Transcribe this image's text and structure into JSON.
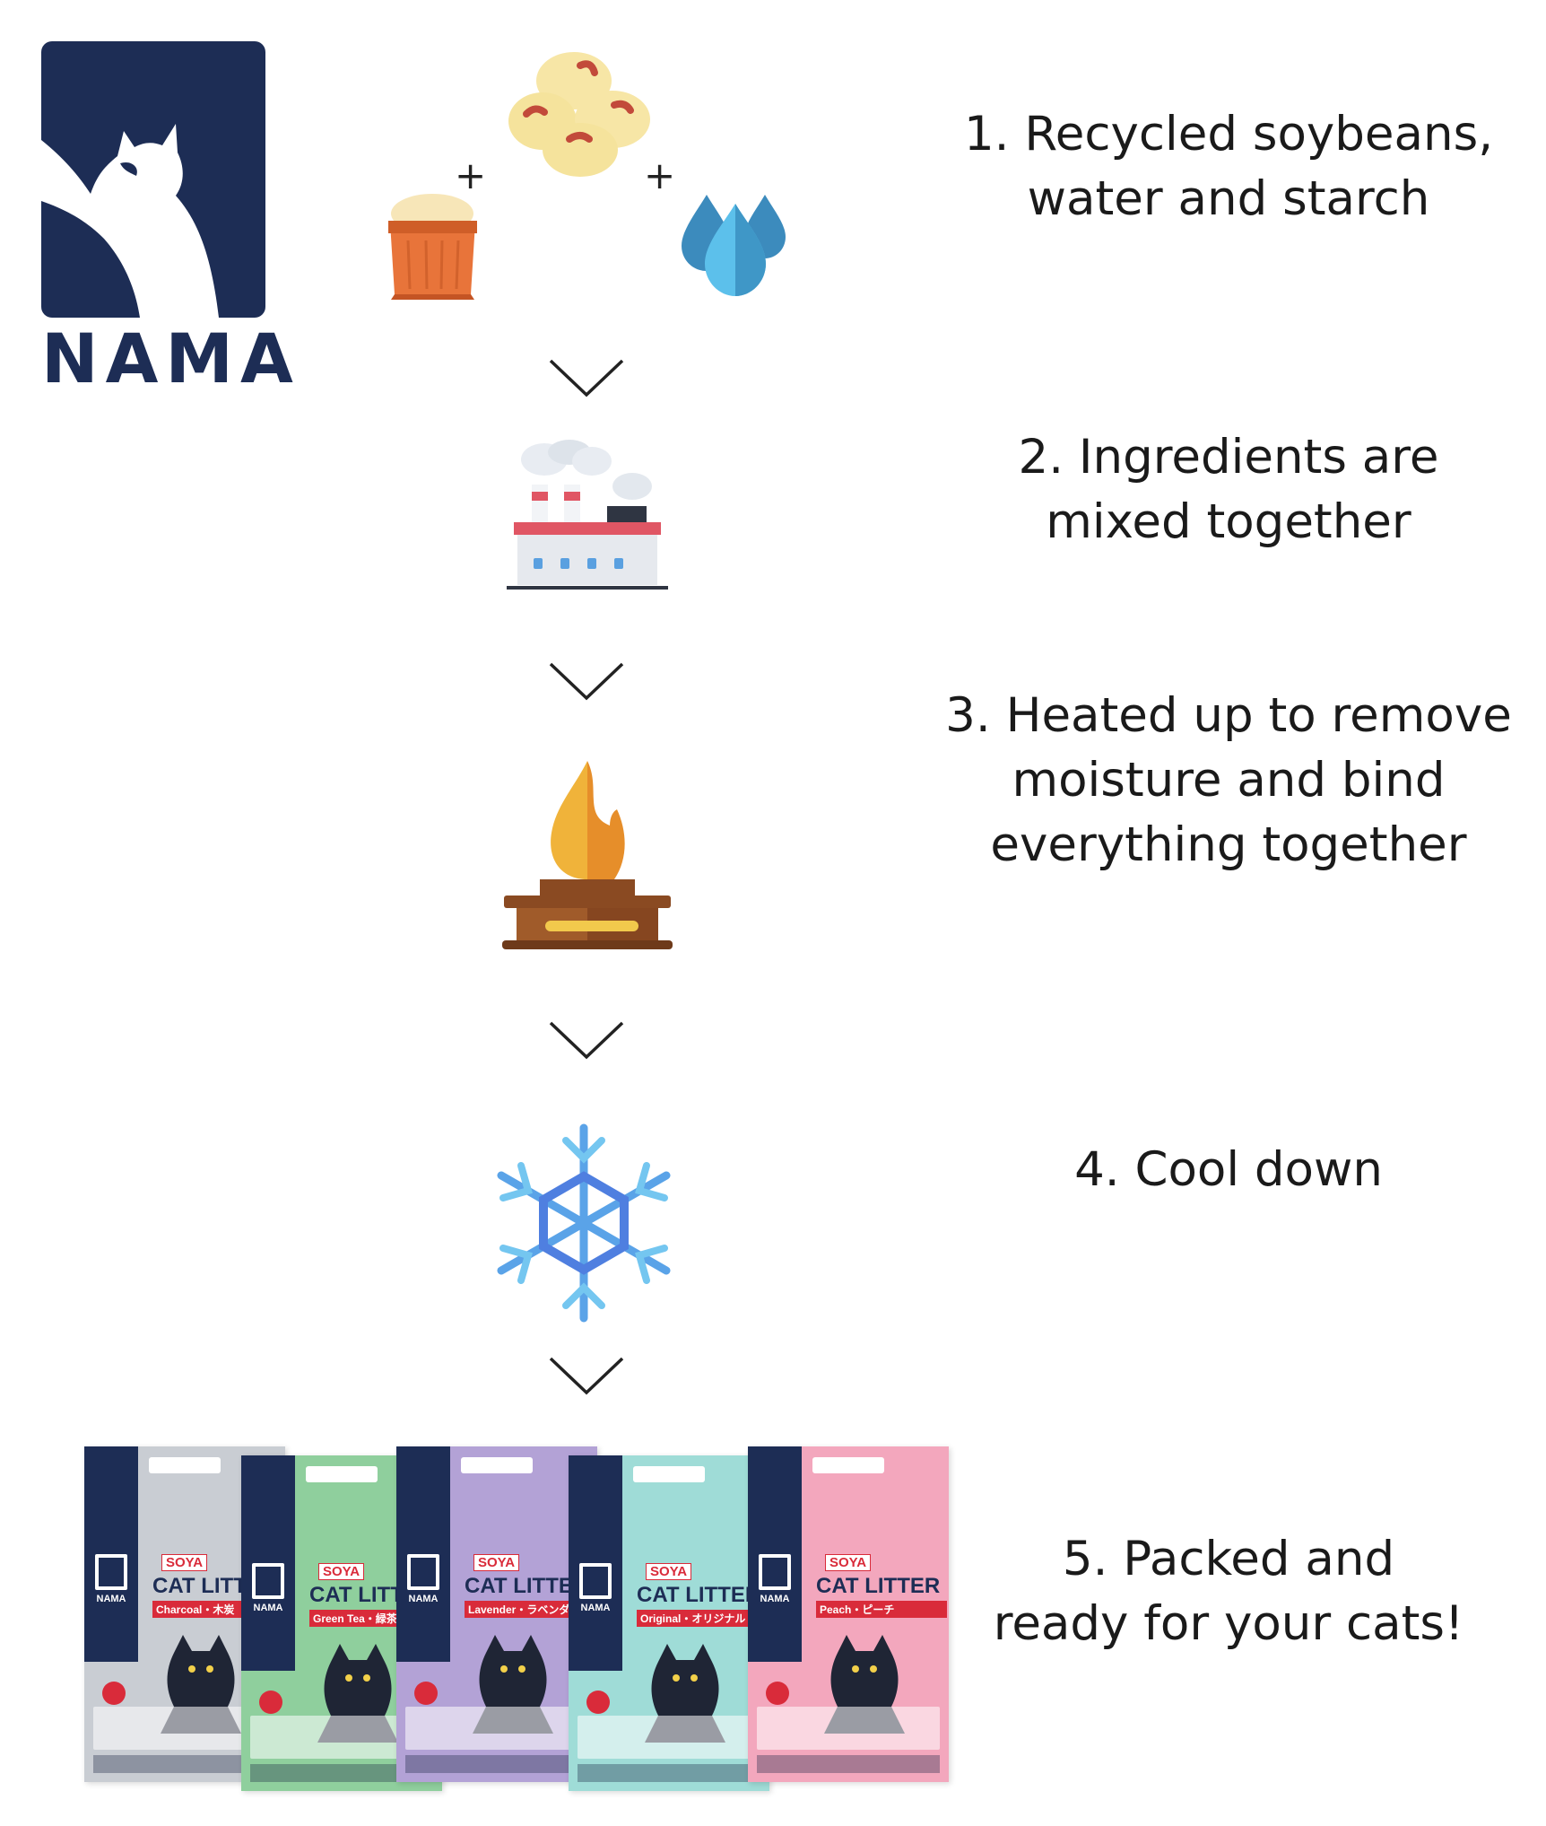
{
  "brand": {
    "name": "NAMA"
  },
  "diagram": {
    "plus_sign": "+",
    "steps": [
      {
        "text": "1. Recycled soybeans,\nwater and starch",
        "icon": "soybean-water-starch-icon"
      },
      {
        "text": "2. Ingredients are\nmixed together",
        "icon": "factory-icon"
      },
      {
        "text": "3. Heated up to remove\nmoisture and bind\neverything together",
        "icon": "burner-flame-icon"
      },
      {
        "text": "4. Cool down",
        "icon": "snowflake-icon"
      },
      {
        "text": "5. Packed and\nready for your cats!",
        "icon": "packaging-bags-icon"
      }
    ]
  },
  "packages": [
    {
      "brand": "NAMA",
      "soya": "SOYA",
      "product": "CAT LITTER",
      "variant": "Charcoal・木炭",
      "color": "#c9cdd3"
    },
    {
      "brand": "NAMA",
      "soya": "SOYA",
      "product": "CAT LITTER",
      "variant": "Green Tea・緑茶",
      "color": "#8fcf9d"
    },
    {
      "brand": "NAMA",
      "soya": "SOYA",
      "product": "CAT LITTER",
      "variant": "Lavender・ラベンダー",
      "color": "#b3a2d6"
    },
    {
      "brand": "NAMA",
      "soya": "SOYA",
      "product": "CAT LITTER",
      "variant": "Original・オリジナル",
      "color": "#9fdcd7"
    },
    {
      "brand": "NAMA",
      "soya": "SOYA",
      "product": "CAT LITTER",
      "variant": "Peach・ピーチ",
      "color": "#f3a7bd"
    }
  ],
  "colors": {
    "navy": "#1d2d55",
    "accent_red": "#d92b3a"
  }
}
